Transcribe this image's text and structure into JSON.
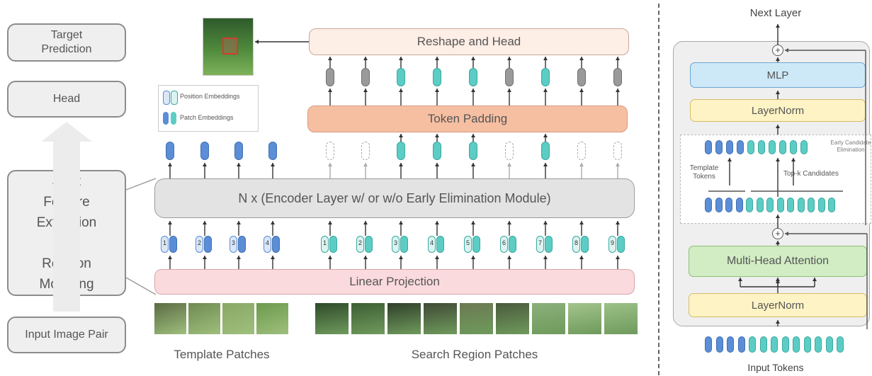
{
  "left_stack": {
    "target": "Target\nPrediction",
    "head": "Head",
    "joint": "Joint\nFeature\nExtraction\n&\nRelation\nModeling",
    "input": "Input Image Pair"
  },
  "main": {
    "reshape": "Reshape and Head",
    "padding": "Token Padding",
    "encoder": "N x (Encoder Layer w/ or w/o Early Elimination Module)",
    "projection": "Linear Projection",
    "template_caption": "Template Patches",
    "search_caption": "Search Region Patches",
    "template_numbers": [
      "1",
      "2",
      "3",
      "4"
    ],
    "search_numbers": [
      "1",
      "2",
      "3",
      "4",
      "5",
      "6",
      "7",
      "8",
      "9"
    ]
  },
  "legend": {
    "position": "Position Embeddings",
    "patch": "Patch Embeddings"
  },
  "right_panel": {
    "next_layer": "Next Layer",
    "mlp": "MLP",
    "layernorm_top": "LayerNorm",
    "early_elim": "Early Candidate\nElimination",
    "template_tokens": "Template\nTokens",
    "topk": "Top-k Candidates",
    "mha": "Multi-Head Attention",
    "layernorm_bottom": "LayerNorm",
    "input_tokens": "Input Tokens",
    "plus": "+"
  },
  "colors": {
    "template_token": "#5b8ed6",
    "search_token": "#5ccdc4",
    "gray_token": "#9a9a9a",
    "reshape_fill": "#fdeee6",
    "padding_fill": "#f6bfa2",
    "encoder_fill": "#e3e3e3",
    "projection_fill": "#fadadd",
    "mlp_fill": "#cde8f7",
    "layernorm_fill": "#fdf3c4",
    "mha_fill": "#d2ecc4"
  }
}
